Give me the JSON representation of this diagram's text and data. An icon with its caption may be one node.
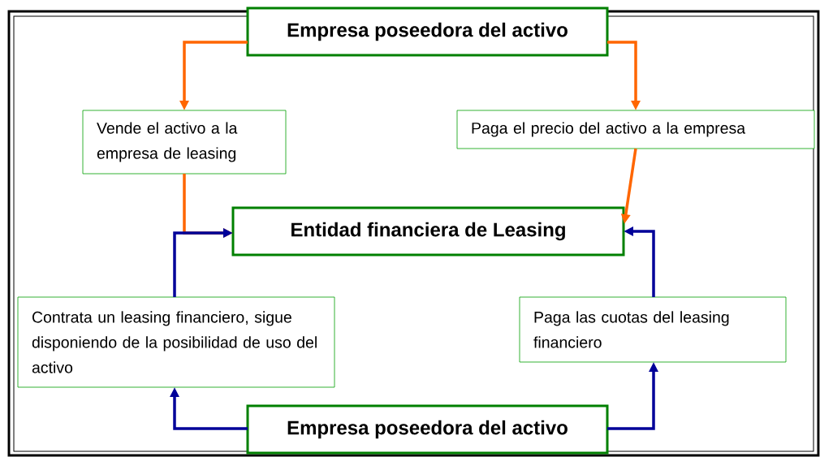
{
  "diagram": {
    "nodes": [
      {
        "text": [
          "Empresa poseedora del activo"
        ]
      },
      {
        "text": [
          "Vende el activo a la empresa de leasing"
        ]
      },
      {
        "text": [
          "Paga el precio del activo a la empresa"
        ]
      },
      {
        "text": [
          "Entidad financiera de Leasing"
        ]
      },
      {
        "text": [
          "Contrata un leasing financiero, sigue disponiendo de la posibilidad de uso del activo"
        ]
      },
      {
        "text": [
          "Paga las cuotas del leasing financiero"
        ]
      },
      {
        "text": [
          "Empresa poseedora del activo"
        ]
      }
    ],
    "edges": [
      {
        "from": 0,
        "to": 1,
        "arrow": "to",
        "color": "#ff6600"
      },
      {
        "from": 0,
        "to": 2,
        "arrow": "to",
        "color": "#ff6600"
      },
      {
        "from": 1,
        "to": 3,
        "arrow": "to",
        "color": "#ff6600"
      },
      {
        "from": 2,
        "to": 3,
        "arrow": "to",
        "color": "#ff6600"
      },
      {
        "from": 4,
        "to": 3,
        "arrow": "to",
        "color": "#000099"
      },
      {
        "from": 5,
        "to": 3,
        "arrow": "to",
        "color": "#000099"
      },
      {
        "from": 6,
        "to": 4,
        "arrow": "to",
        "color": "#000099"
      },
      {
        "from": 6,
        "to": 5,
        "arrow": "to",
        "color": "#000099"
      }
    ]
  }
}
